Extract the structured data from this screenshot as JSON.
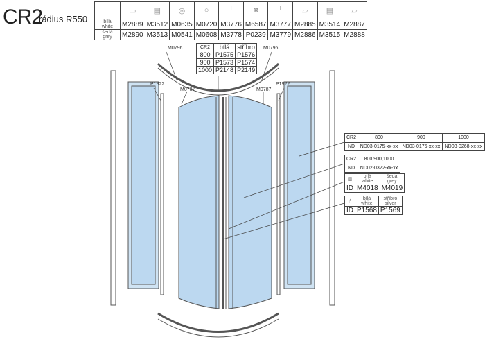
{
  "title": "CR2",
  "subtitle": "rádius R550",
  "parts_table": {
    "white_label": [
      "bílá",
      "white"
    ],
    "grey_label": [
      "šedá",
      "grey"
    ],
    "white": [
      "M2889",
      "M3512",
      "M0635",
      "M0720",
      "M3776",
      "M6587",
      "M3777",
      "M2885",
      "M3514",
      "M2887"
    ],
    "grey": [
      "M2890",
      "M3513",
      "M0541",
      "M0608",
      "M3778",
      "P0239",
      "M3779",
      "M2886",
      "M3515",
      "M2888"
    ]
  },
  "rail_table": {
    "header": [
      "CR2",
      "bílá",
      "stříbro"
    ],
    "rows": [
      [
        "800",
        "P1575",
        "P1576"
      ],
      [
        "900",
        "P1573",
        "P1574"
      ],
      [
        "1000",
        "P2148",
        "P2149"
      ]
    ]
  },
  "callouts": {
    "m0796": "M0796",
    "p1922": "P1922",
    "m0787": "M0787"
  },
  "panel_table": {
    "header": [
      "CR2",
      "800",
      "900",
      "1000"
    ],
    "row": [
      "ND",
      "ND03-0175-xx-xx",
      "ND03-0176-xx-xx",
      "ND03-0268-xx-xx"
    ]
  },
  "door_table": {
    "header": [
      "CR2",
      "800,900,1000"
    ],
    "row": [
      "ND",
      "ND02-0322-xx-xx"
    ]
  },
  "seal_table": {
    "white": [
      "bílá",
      "white"
    ],
    "grey": [
      "šedá",
      "grey"
    ],
    "row": [
      "ID",
      "M4018",
      "M4019"
    ]
  },
  "handle_table": {
    "white": [
      "bílá",
      "white"
    ],
    "silver": [
      "stříbro",
      "silver"
    ],
    "row": [
      "ID",
      "P1568",
      "P1569"
    ]
  }
}
